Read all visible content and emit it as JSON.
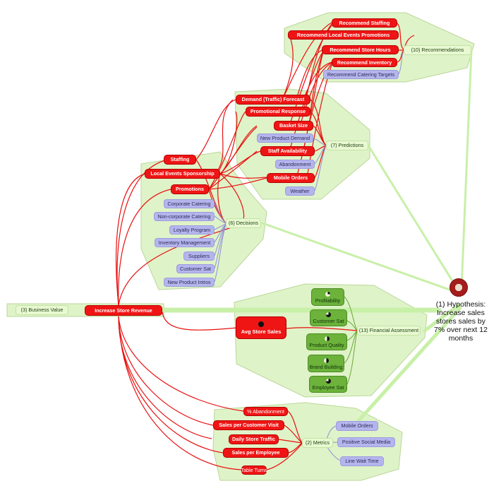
{
  "hypothesis": "(1) Hypothesis: Increase sales stores sales by 7% over next 12 months",
  "logo_icon": "restaurant-logo-icon",
  "business_value": {
    "hub": "(3) Business Value",
    "root": "Increase Store Revenue"
  },
  "recommendations": {
    "hub": "(10) Recommendations",
    "items": [
      "Recommend Staffing",
      "Recommend Local Events Promotions",
      "Recommend Store Hours",
      "Recommend Inventory",
      "Recommend Catering Targets"
    ]
  },
  "predictions": {
    "hub": "(7) Predictions",
    "items": [
      "Demand (Traffic) Forecast",
      "Promotional Response",
      "Basket Size",
      "New Product Demand",
      "Staff Availability",
      "Abandonment",
      "Mobile Orders",
      "Weather"
    ]
  },
  "decisions": {
    "hub": "(6) Decisions",
    "items": [
      "Staffing",
      "Local Events Sponsorship",
      "Promotions",
      "Corporate Catering",
      "Non-corporate Catering",
      "Loyalty Program",
      "Inventory Management",
      "Suppliers",
      "Customer Sat",
      "New Product Intros"
    ]
  },
  "financial": {
    "hub": "(13) Financial Assessment",
    "center": "Avg Store Sales",
    "items": [
      "Profitability",
      "Customer Sat",
      "Product Quality",
      "Brand Building",
      "Employee Sat"
    ],
    "fill_levels": [
      0.25,
      0.75,
      0.5,
      0.5,
      0.75
    ]
  },
  "metrics": {
    "hub": "(2) Metrics",
    "items": [
      "% Abandonment",
      "Sales per Customer Visit",
      "Daily Store Traffic",
      "Sales per Employee",
      "Table Turns",
      "Mobile Orders",
      "Positive Social Media",
      "Line Wait Time"
    ]
  },
  "colors": {
    "red": "#ef1515",
    "lavender": "#b5b5ee",
    "green": "#6cb23b",
    "region": "#dff3c8",
    "link": "#c8f0a8"
  }
}
